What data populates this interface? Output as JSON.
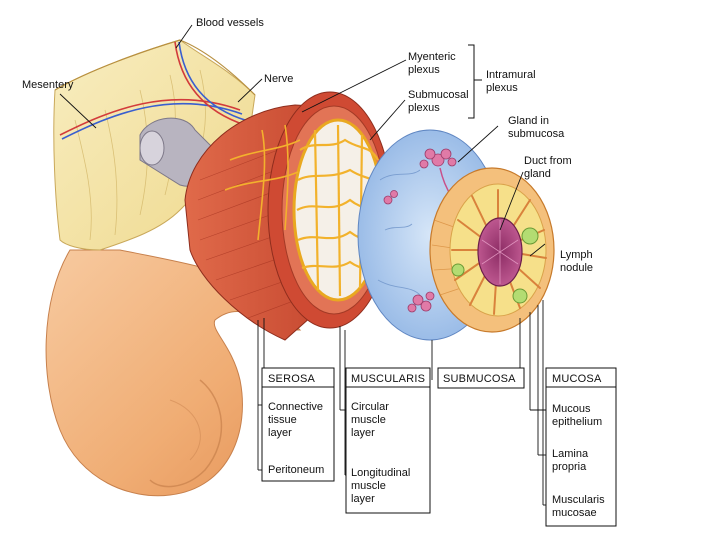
{
  "labels": {
    "blood_vessels": "Blood vessels",
    "mesentery": "Mesentery",
    "nerve": "Nerve",
    "myenteric_1": "Myenteric",
    "myenteric_2": "plexus",
    "submucosal_1": "Submucosal",
    "submucosal_2": "plexus",
    "intramural_1": "Intramural",
    "intramural_2": "plexus",
    "gland_1": "Gland in",
    "gland_2": "submucosa",
    "duct_1": "Duct from",
    "duct_2": "gland",
    "lymph_1": "Lymph",
    "lymph_2": "nodule"
  },
  "layers": {
    "serosa": {
      "header": "SEROSA",
      "items": [
        [
          "Connective",
          "tissue",
          "layer"
        ],
        [
          "Peritoneum"
        ]
      ]
    },
    "muscularis": {
      "header": "MUSCULARIS",
      "items": [
        [
          "Circular",
          "muscle",
          "layer"
        ],
        [
          "Longitudinal",
          "muscle",
          "layer"
        ]
      ]
    },
    "submucosa": {
      "header": "SUBMUCOSA",
      "items": []
    },
    "mucosa": {
      "header": "MUCOSA",
      "items": [
        [
          "Mucous",
          "epithelium"
        ],
        [
          "Lamina",
          "propria"
        ],
        [
          "Muscularis",
          "mucosae"
        ]
      ]
    }
  },
  "colors": {
    "intestine_skin": "#f2b77c",
    "mesentery": "#f5e6a8",
    "muscle": "#d9553a",
    "muscle_dark": "#b63a25",
    "plexus": "#f4b630",
    "submucosa": "#a9c8ee",
    "mucosa_ring": "#e8a25a",
    "lumen": "#b0457e",
    "lymph_nodule": "#a8d36a"
  }
}
